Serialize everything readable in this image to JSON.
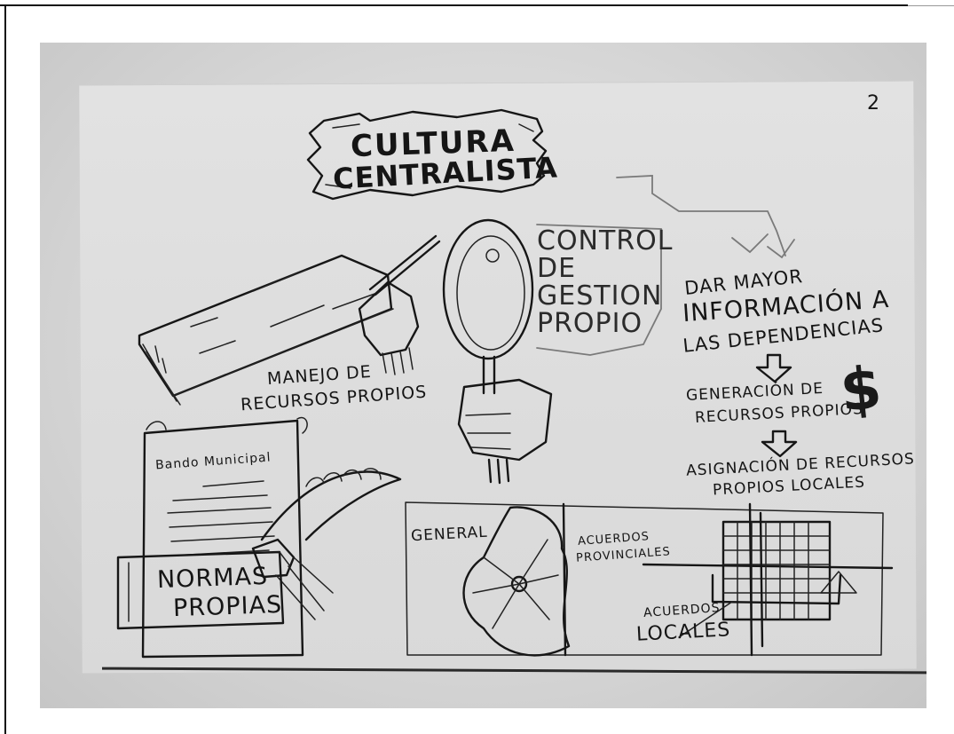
{
  "page_number": "2",
  "title": {
    "line1": "CULTURA",
    "line2": "CENTRALISTA"
  },
  "labels": {
    "control": "CONTROL DE GESTION PROPIO",
    "mayor_info_1": "DAR MAYOR",
    "mayor_info_2": "INFORMACIÓN A",
    "mayor_info_3": "LAS DEPENDENCIAS",
    "generacion_1": "GENERACIÓN DE",
    "generacion_2": "RECURSOS PROPIOS",
    "asignacion_1": "ASIGNACIÓN DE RECURSOS",
    "asignacion_2": "PROPIOS LOCALES",
    "manejo_1": "MANEJO DE",
    "manejo_2": "RECURSOS PROPIOS",
    "bando": "Bando Municipal",
    "normas_1": "NORMAS",
    "normas_2": "PROPIAS",
    "general": "GENERAL",
    "acuerdos_provinciales_1": "ACUERDOS",
    "acuerdos_provinciales_2": "PROVINCIALES",
    "acuerdos_locales_1": "ACUERDOS",
    "acuerdos_locales_2": "LOCALES",
    "dollar_symbol": "$"
  },
  "colors": {
    "ink": "#161616",
    "paper": "#dedede",
    "background": "#ffffff"
  }
}
